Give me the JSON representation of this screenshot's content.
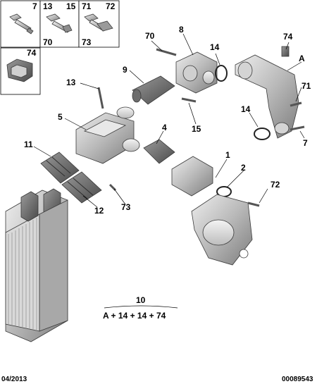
{
  "fastener_boxes": [
    {
      "codes": [
        "7"
      ],
      "icon": "bolt-icon"
    },
    {
      "codes": [
        "13",
        "15",
        "70"
      ],
      "icon": "bolt-icon"
    },
    {
      "codes": [
        "71",
        "72",
        "73"
      ],
      "icon": "bolt-icon"
    }
  ],
  "clip_box": {
    "code": "74",
    "icon": "clip-icon"
  },
  "callouts": [
    "8",
    "70",
    "74",
    "14",
    "9",
    "A",
    "13",
    "71",
    "5",
    "14",
    "15",
    "4",
    "7",
    "11",
    "1",
    "2",
    "72",
    "12",
    "73"
  ],
  "kit_formula": {
    "ref": "10",
    "formula": "A + 14 + 14 + 74"
  },
  "footer": {
    "date": "04/2013",
    "code": "00089543"
  },
  "colors": {
    "part_fill": "#c9c9c9",
    "part_dark": "#7a7a7a",
    "part_light": "#e6e6e6",
    "line": "#000000"
  }
}
